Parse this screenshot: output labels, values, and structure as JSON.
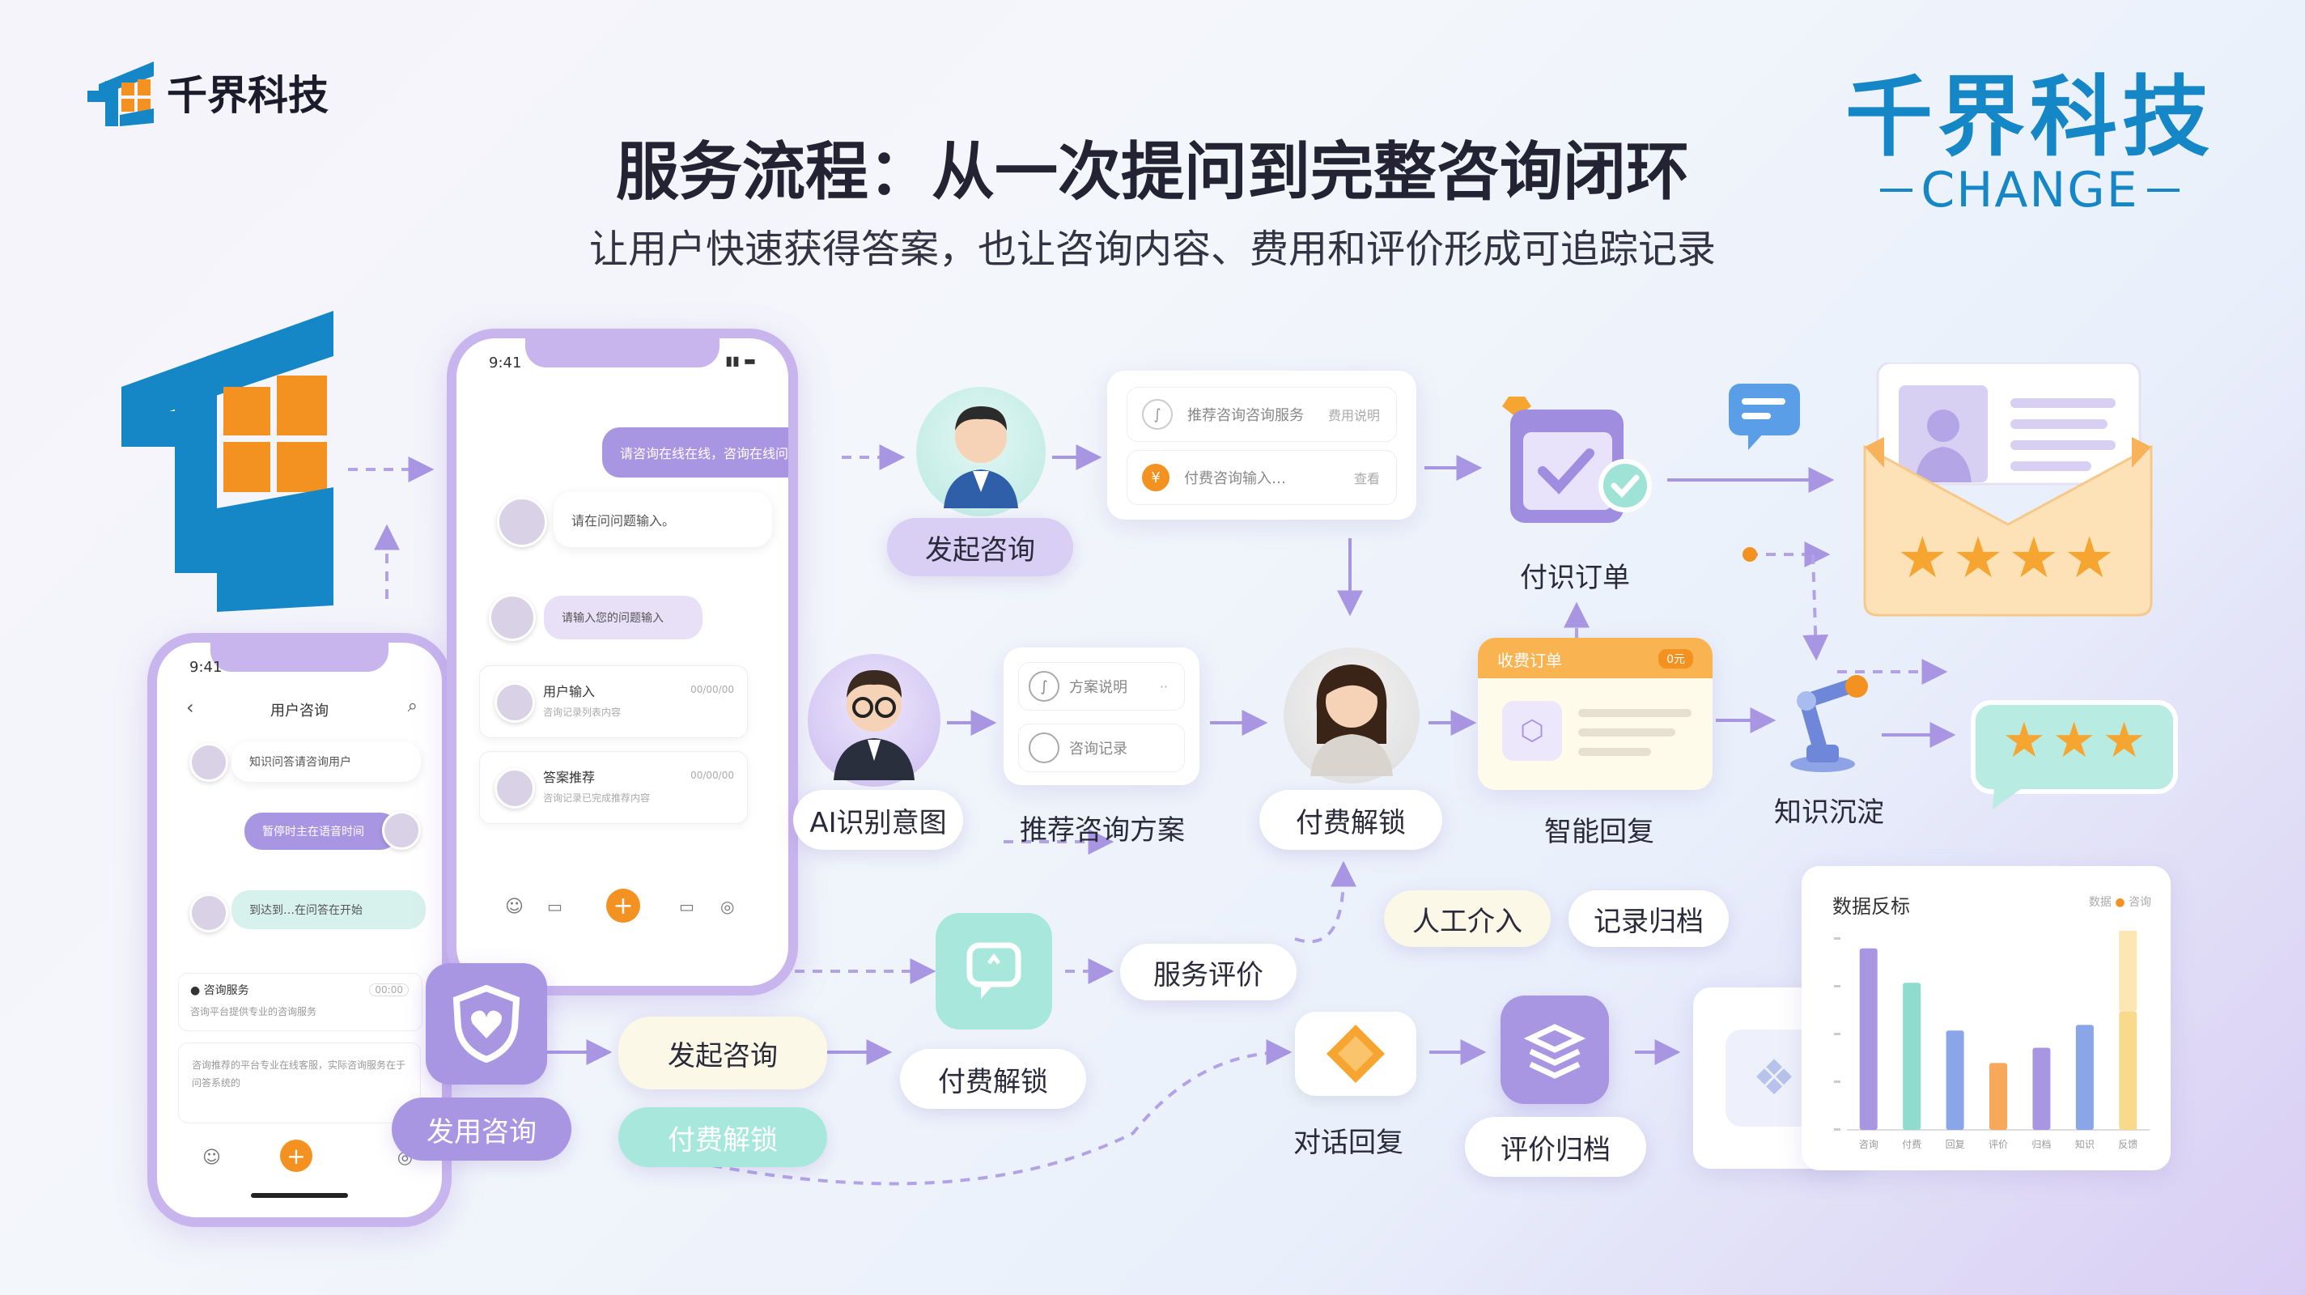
{
  "header": {
    "brand_name": "千界科技",
    "title": "服务流程：从一次提问到完整咨询闭环",
    "subtitle": "让用户快速获得答案，也让咨询内容、费用和评价形成可追踪记录",
    "logo_cn": "千界科技",
    "logo_en": "CHANGE"
  },
  "colors": {
    "brand_blue": "#1687c6",
    "brand_orange": "#f39220",
    "lavender": "#a996e3",
    "mint": "#a8e8dc",
    "star": "#f7a531"
  },
  "small_phone": {
    "time": "9:41",
    "header_title": "用户咨询",
    "bubbles": [
      "知识问答请咨询用户",
      "暂停时主在语音时间",
      "到达到…在问答在开始"
    ],
    "card_title": "咨询服务",
    "card_tag": "00:00",
    "card_line": "咨询平台提供专业的咨询服务",
    "paragraph": "咨询推荐的平台专业在线客服，实际咨询服务在于问答系统的",
    "tabbar_add": "+"
  },
  "big_phone": {
    "time": "9:41",
    "question_bubble": "请咨询在线在线，咨询在线问答记录",
    "input_hint": "请在问问题输入。",
    "sub_bubble": "请输入您的问题输入",
    "items": [
      {
        "title": "用户输入",
        "detail": "咨询记录列表内容",
        "time": "00/00/00"
      },
      {
        "title": "答案推荐",
        "detail": "咨询记录已完成推荐内容",
        "time": "00/00/00"
      }
    ],
    "tabbar_add": "+"
  },
  "steps": {
    "start": "发起咨询",
    "ai": "AI识别意图",
    "recommend": "推荐咨询方案",
    "pay_unlock": "付费解锁",
    "order": "付识订单",
    "smart_reply": "智能回复",
    "knowledge": "知识沉淀",
    "manual": "人工介入",
    "archive": "记录归档",
    "service_eval": "服务评价",
    "dialog_reply": "对话回复",
    "eval_archive": "评价归档"
  },
  "recommend_card": {
    "rows": [
      {
        "text": "推荐咨询咨询服务",
        "tail": "费用说明"
      },
      {
        "text": "付费咨询输入…",
        "tail": "查看"
      }
    ]
  },
  "plan_card": {
    "rows": [
      {
        "text": "方案说明",
        "tail": "··"
      },
      {
        "text": "咨询记录",
        "tail": ""
      }
    ]
  },
  "reply_card": {
    "header": "收费订单",
    "tag": "0元"
  },
  "bottom_flow": {
    "start": "发用咨询",
    "consult": "发起咨询",
    "pay": "付费解锁",
    "pay_unlock": "付费解锁"
  },
  "rating": {
    "big_stars": 4,
    "small_stars": 3
  },
  "dashboard": {
    "title": "数据反标",
    "legend": [
      "数据",
      "咨询"
    ],
    "x_labels": [
      "咨询",
      "付费",
      "回复",
      "评价",
      "归档",
      "知识",
      "反馈"
    ]
  },
  "chart_data": {
    "type": "bar",
    "title": "数据反标",
    "categories": [
      "咨询",
      "付费",
      "回复",
      "评价",
      "归档",
      "知识",
      "反馈"
    ],
    "series": [
      {
        "values": [
          95,
          77,
          52,
          35,
          43,
          55,
          62
        ]
      },
      {
        "values": [
          0,
          0,
          0,
          0,
          0,
          0,
          45
        ]
      }
    ],
    "series_colors": [
      "#a996e3",
      "#8fdccf",
      "#8aa5e8",
      "#f7a85a",
      "#a996e3",
      "#8aa5e8",
      "#f9d98c"
    ],
    "ylim": [
      0,
      100
    ],
    "grid": false
  }
}
